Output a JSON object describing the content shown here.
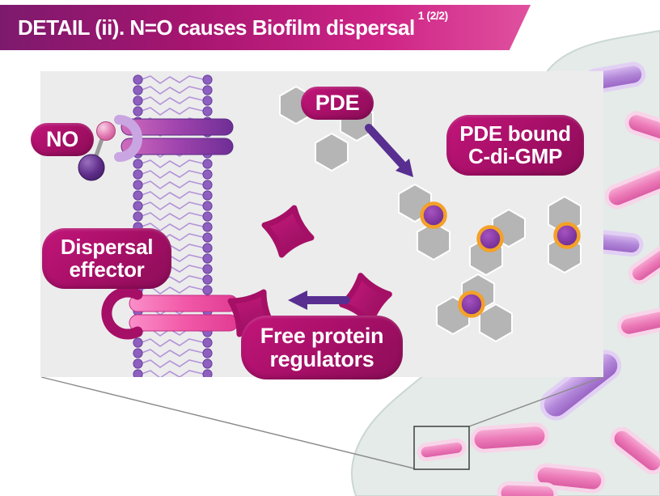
{
  "title": {
    "text": "DETAIL (ii). N=O causes Biofilm dispersal",
    "superscript": "1 (2/2)"
  },
  "diagram": {
    "labels": {
      "no": "NO",
      "pde": "PDE",
      "pde_bound": {
        "line1": "PDE bound",
        "line2": "C-di-GMP"
      },
      "dispersal_effector": {
        "line1": "Dispersal",
        "line2": "effector"
      },
      "free_protein": {
        "line1": "Free protein",
        "line2": "regulators"
      }
    },
    "colors": {
      "badge_magenta": "#a50f66",
      "banner_gradient_start": "#7d1a6e",
      "banner_gradient_end": "#e0519f",
      "arrow_purple": "#582e91",
      "hexagon_gray": "#b5b5b5",
      "cdigmp_ring_orange": "#f3a128",
      "cdigmp_core_purple": "#6b2d8e",
      "membrane_purple": "#8d5fbe",
      "channel_pink": "#ee4fa2",
      "channel_purple": "#8d3fa8",
      "protein_magenta": "#b01169",
      "panel_gray": "#ececec",
      "tissue_blob": "#e4ebe8"
    }
  }
}
